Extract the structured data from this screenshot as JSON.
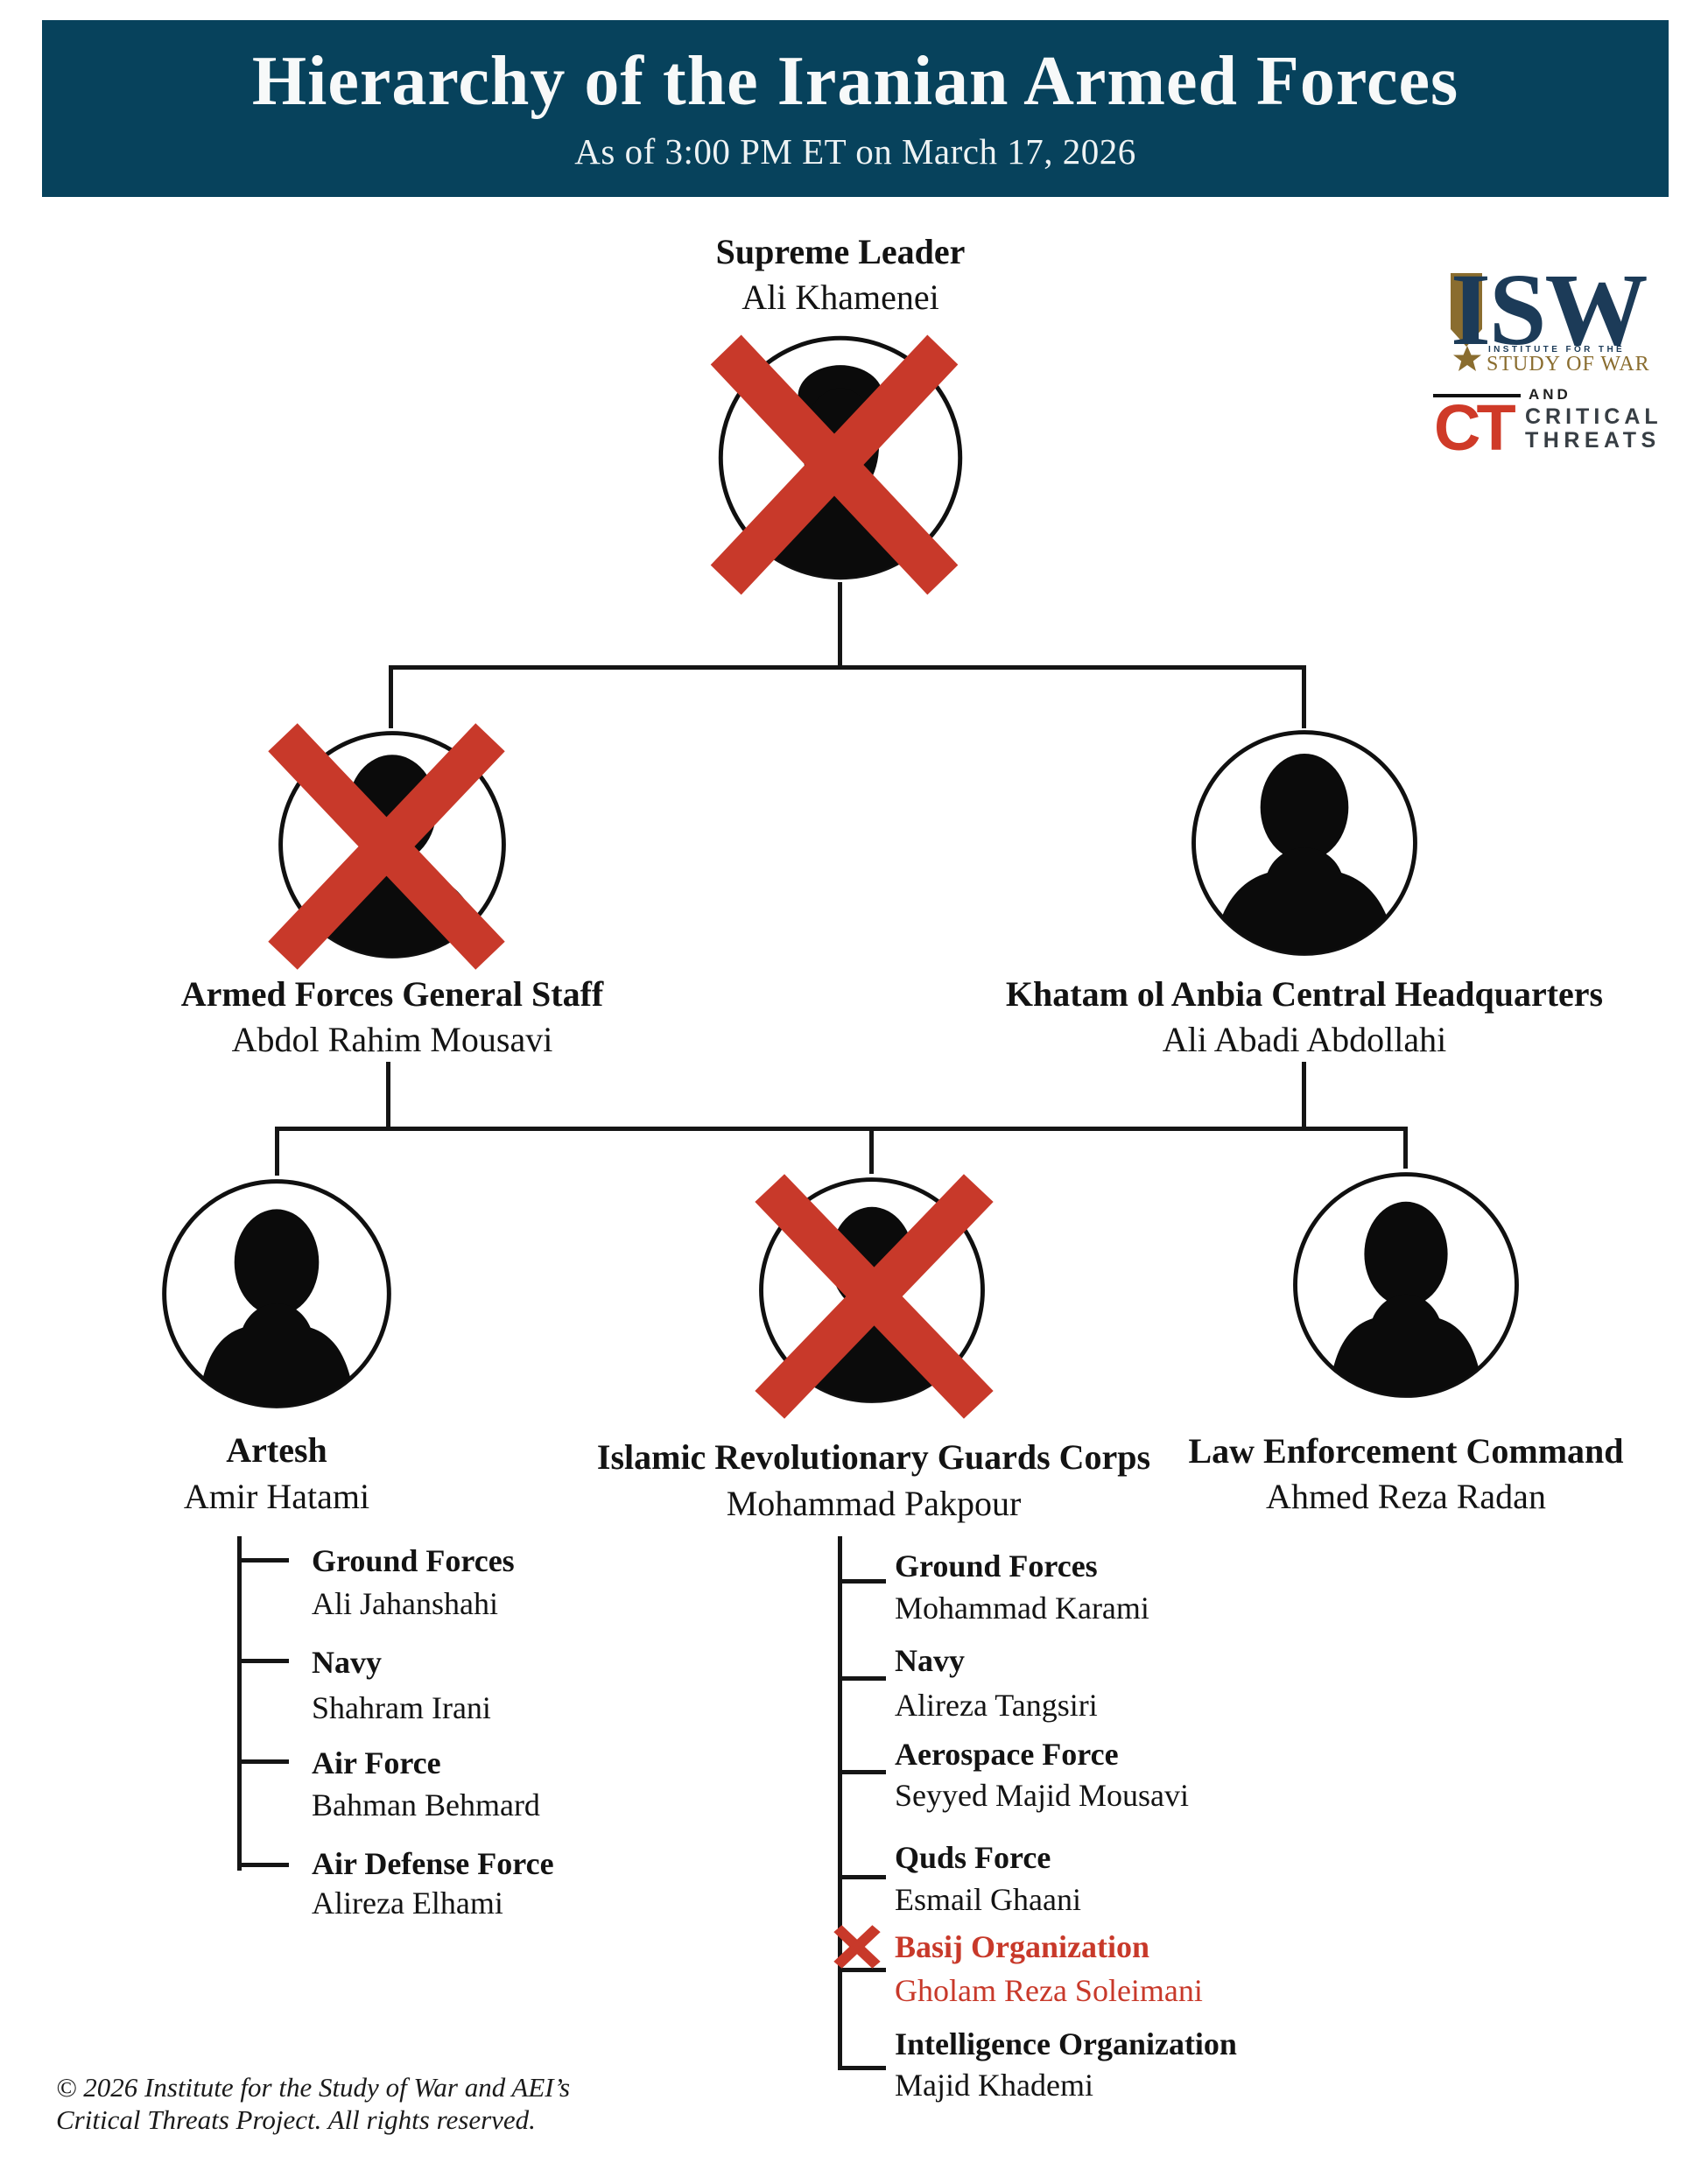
{
  "header": {
    "title": "Hierarchy of the Iranian Armed Forces",
    "subtitle": "As of 3:00 PM ET on March 17, 2026"
  },
  "logos": {
    "isw_acronym": "ISW",
    "isw_line1": "INSTITUTE FOR THE",
    "isw_line2": "STUDY OF WAR",
    "and_label": "AND",
    "ct_acronym": "CT",
    "ct_line1": "CRITICAL",
    "ct_line2": "THREATS"
  },
  "nodes": {
    "supreme": {
      "title": "Supreme Leader",
      "name": "Ali Khamenei",
      "crossed_out": true
    },
    "afgs": {
      "title": "Armed Forces General Staff",
      "name": "Abdol Rahim Mousavi",
      "crossed_out": true
    },
    "khatam": {
      "title": "Khatam ol Anbia Central Headquarters",
      "name": "Ali Abadi Abdollahi",
      "crossed_out": false
    },
    "artesh": {
      "title": "Artesh",
      "name": "Amir Hatami",
      "crossed_out": false
    },
    "irgc": {
      "title": "Islamic Revolutionary Guards Corps",
      "name": "Mohammad Pakpour",
      "crossed_out": true
    },
    "lec": {
      "title": "Law Enforcement Command",
      "name": "Ahmed Reza Radan",
      "crossed_out": false
    }
  },
  "artesh_branches": [
    {
      "title": "Ground Forces",
      "name": "Ali Jahanshahi"
    },
    {
      "title": "Navy",
      "name": "Shahram Irani"
    },
    {
      "title": "Air Force",
      "name": "Bahman Behmard"
    },
    {
      "title": "Air Defense Force",
      "name": "Alireza Elhami"
    }
  ],
  "irgc_branches": [
    {
      "title": "Ground Forces",
      "name": "Mohammad Karami"
    },
    {
      "title": "Navy",
      "name": "Alireza Tangsiri"
    },
    {
      "title": "Aerospace Force",
      "name": "Seyyed Majid Mousavi"
    },
    {
      "title": "Quds Force",
      "name": "Esmail Ghaani"
    },
    {
      "title": "Basij Organization",
      "name": "Gholam Reza Soleimani",
      "crossed_out": true
    },
    {
      "title": "Intelligence Organization",
      "name": "Majid Khademi"
    }
  ],
  "footer": {
    "line1": "© 2026 Institute for the Study of War and AEI’s",
    "line2": "Critical Threats Project. All rights reserved."
  },
  "colors": {
    "banner_teal": "#07425c",
    "cross_red": "#c8392a",
    "text_black": "#131313",
    "isw_navy": "#1c3b58",
    "isw_gold": "#8a6d2f",
    "ct_red": "#cf3a28",
    "ct_charcoal": "#373e44"
  }
}
